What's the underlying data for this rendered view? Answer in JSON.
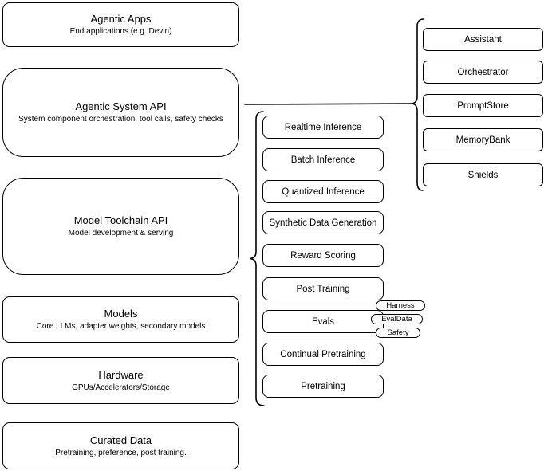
{
  "diagram": {
    "layers": [
      {
        "title": "Agentic Apps",
        "subtitle": "End applications (e.g. Devin)"
      },
      {
        "title": "Agentic System API",
        "subtitle": "System component orchestration, tool calls, safety checks"
      },
      {
        "title": "Model Toolchain API",
        "subtitle": "Model development & serving"
      },
      {
        "title": "Models",
        "subtitle": "Core LLMs, adapter weights, secondary models"
      },
      {
        "title": "Hardware",
        "subtitle": "GPUs/Accelerators/Storage"
      },
      {
        "title": "Curated Data",
        "subtitle": "Pretraining, preference, post training."
      }
    ],
    "toolchain_services": [
      "Realtime Inference",
      "Batch Inference",
      "Quantized Inference",
      "Synthetic Data Generation",
      "Reward Scoring",
      "Post Training",
      "Evals",
      "Continual Pretraining",
      "Pretraining"
    ],
    "eval_components": [
      "Harness",
      "EvalData",
      "Safety"
    ],
    "system_components": [
      "Assistant",
      "Orchestrator",
      "PromptStore",
      "MemoryBank",
      "Shields"
    ],
    "colors": {
      "stroke": "#000000",
      "background": "#ffffff"
    }
  }
}
